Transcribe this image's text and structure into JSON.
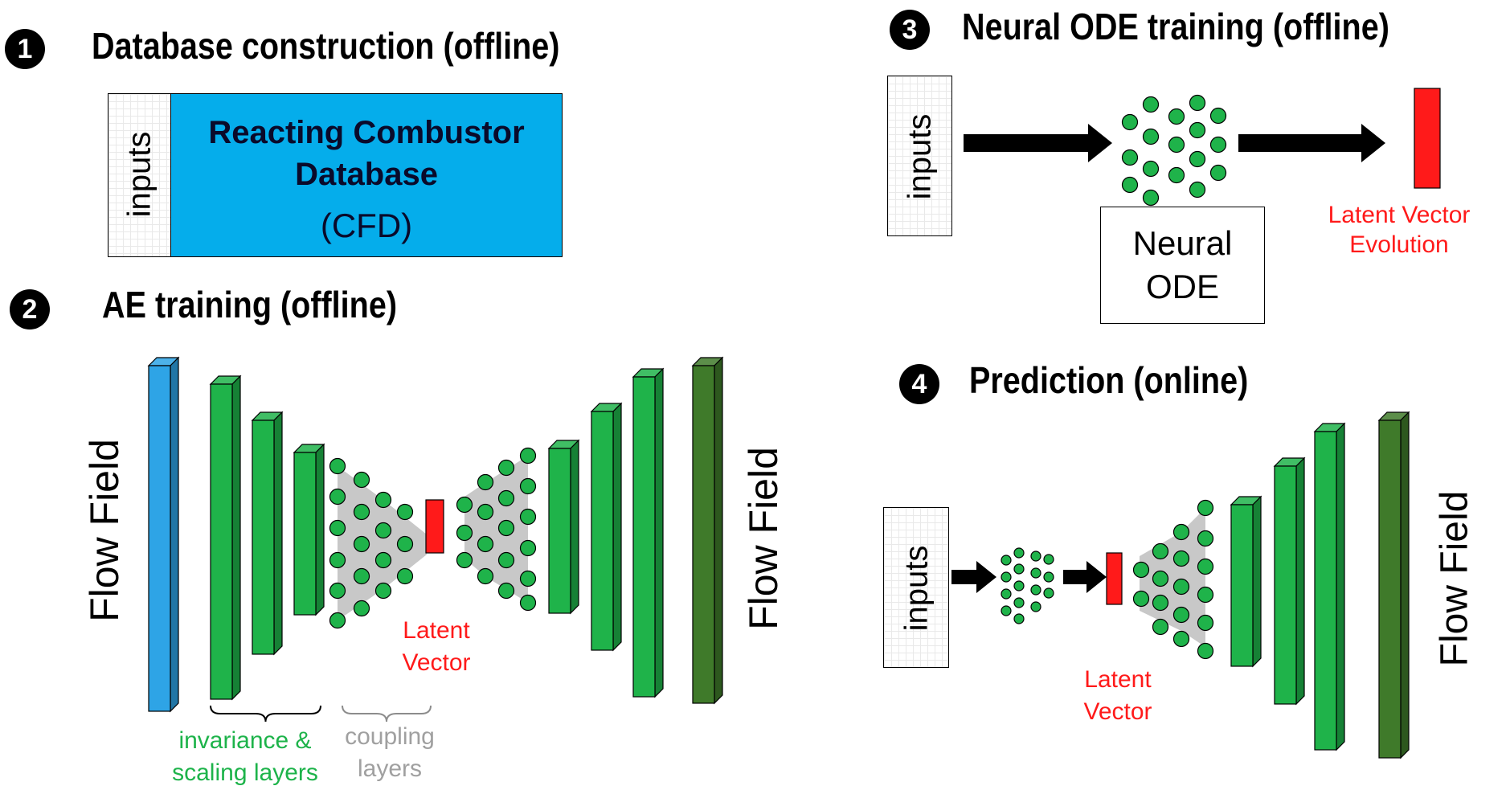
{
  "step1": {
    "number": "1",
    "title": "Database construction (offline)",
    "inputs_label": "inputs",
    "database_line1": "Reacting Combustor",
    "database_line2": "Database",
    "database_sub": "(CFD)"
  },
  "step2": {
    "number": "2",
    "title": "AE training (offline)",
    "flow_field_left": "Flow Field",
    "flow_field_right": "Flow Field",
    "latent_label_1": "Latent",
    "latent_label_2": "Vector",
    "brace_label_1_line1": "invariance &",
    "brace_label_1_line2": "scaling layers",
    "brace_label_2_line1": "coupling",
    "brace_label_2_line2": "layers"
  },
  "step3": {
    "number": "3",
    "title": "Neural ODE training (offline)",
    "inputs_label": "inputs",
    "node_line1": "Neural",
    "node_line2": "ODE",
    "evolution_line1": "Latent Vector",
    "evolution_line2": "Evolution"
  },
  "step4": {
    "number": "4",
    "title": "Prediction (online)",
    "inputs_label": "inputs",
    "latent_label_1": "Latent",
    "latent_label_2": "Vector",
    "flow_field": "Flow Field"
  },
  "colors": {
    "input_blue": "#2ea4e6",
    "layer_green": "#1fb34a",
    "output_dark_green": "#3f7a2a",
    "latent_red": "#ff1a1a",
    "coupling_gray": "#c8c8c8",
    "database_blue": "#05adeb"
  }
}
